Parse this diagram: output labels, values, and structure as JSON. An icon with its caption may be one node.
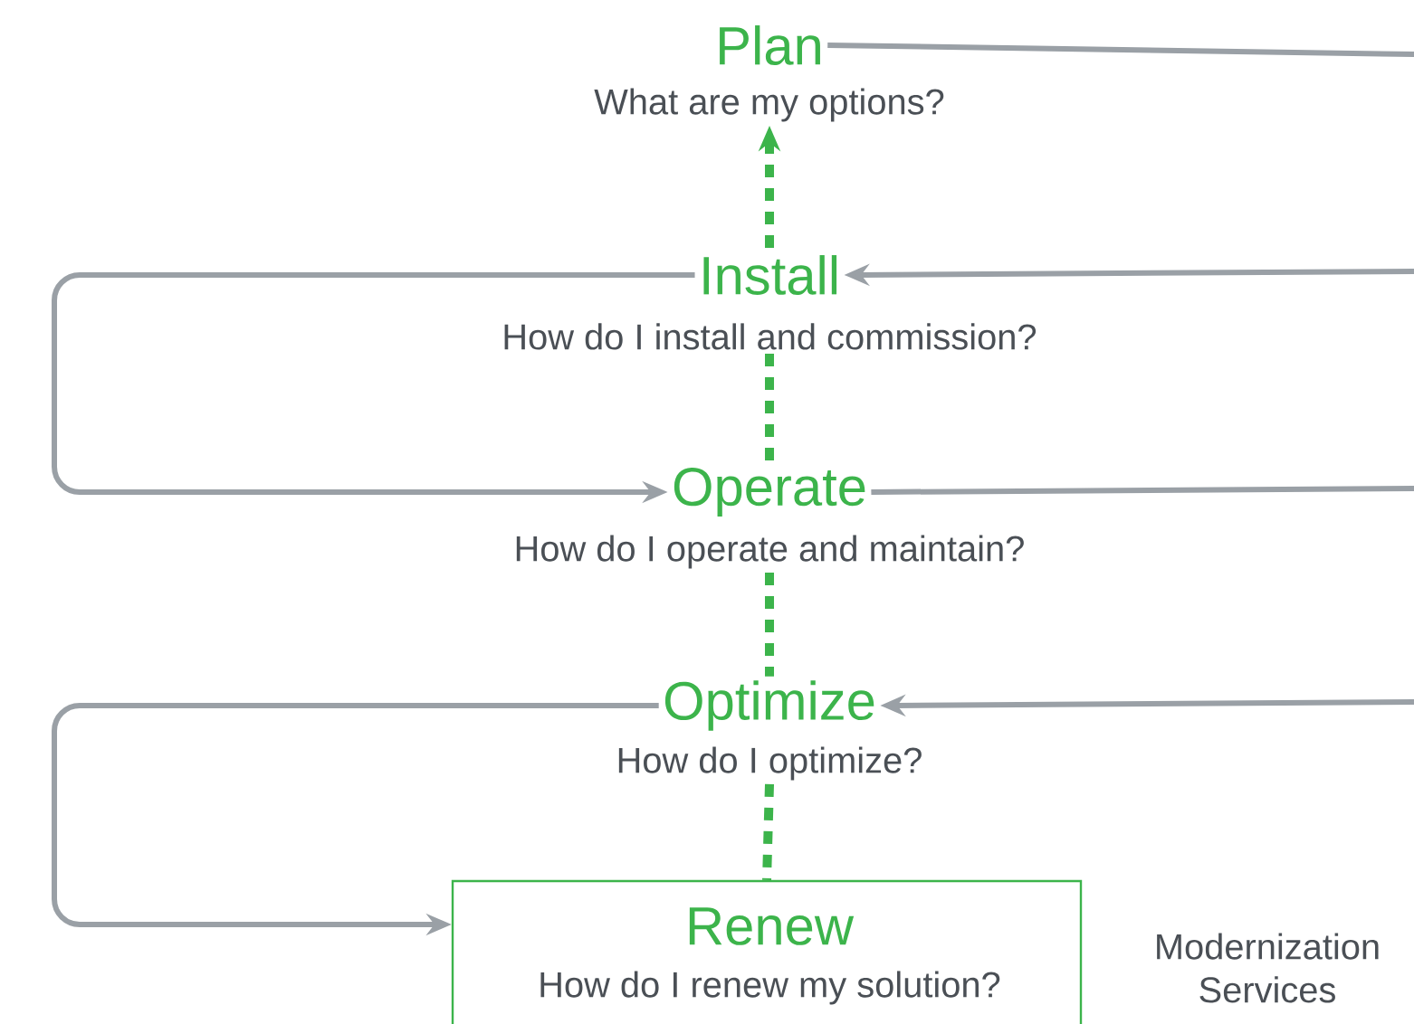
{
  "diagram": {
    "nodes": [
      {
        "text": [
          "Plan",
          "What are my options?"
        ]
      },
      {
        "text": [
          "Install",
          "How do I install and commission?"
        ]
      },
      {
        "text": [
          "Operate",
          "How do I operate and maintain?"
        ]
      },
      {
        "text": [
          "Optimize",
          "How do I optimize?"
        ]
      },
      {
        "text": [
          "Renew",
          "How do I renew my solution?"
        ]
      }
    ],
    "edges": [
      {
        "from": 0,
        "to": null,
        "arrow": "none"
      },
      {
        "from": null,
        "to": 1,
        "arrow": "to"
      },
      {
        "from": 1,
        "to": 2,
        "arrow": "to"
      },
      {
        "from": 2,
        "to": null,
        "arrow": "none"
      },
      {
        "from": null,
        "to": 3,
        "arrow": "to"
      },
      {
        "from": 3,
        "to": 4,
        "arrow": "to"
      },
      {
        "from": 1,
        "to": 0,
        "arrow": "to",
        "style": "dashed",
        "color": "#3cb44b"
      },
      {
        "from": 1,
        "to": 2,
        "arrow": "none",
        "style": "dashed",
        "color": "#3cb44b"
      },
      {
        "from": 2,
        "to": 3,
        "arrow": "none",
        "style": "dashed",
        "color": "#3cb44b"
      },
      {
        "from": 3,
        "to": 4,
        "arrow": "none",
        "style": "dashed",
        "color": "#3cb44b"
      }
    ],
    "labels": [
      "Modernization Services"
    ]
  }
}
